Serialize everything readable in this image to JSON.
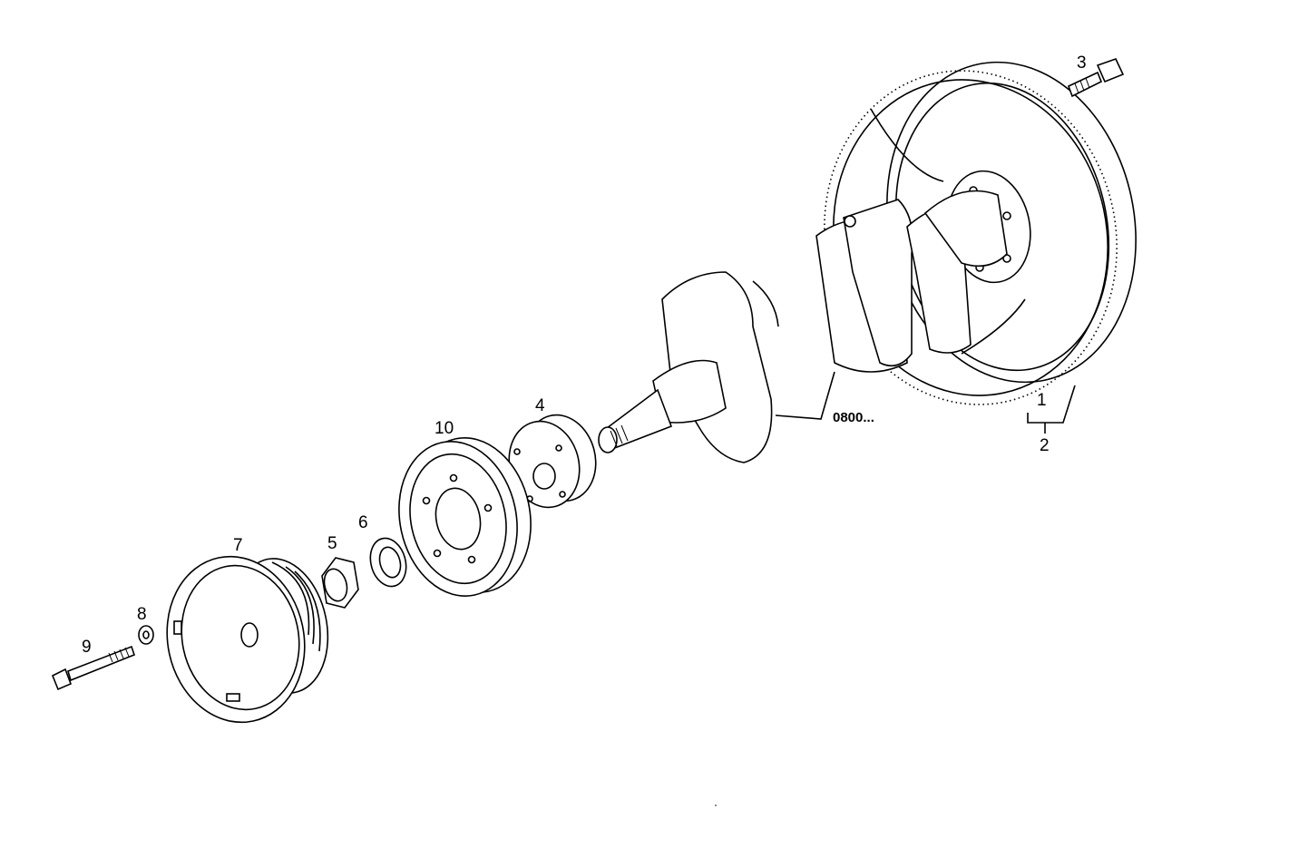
{
  "diagram": {
    "labels": {
      "p1": "1",
      "p2": "2",
      "p3": "3",
      "p4": "4",
      "p5": "5",
      "p6": "6",
      "p7": "7",
      "p8": "8",
      "p9": "9",
      "p10": "10",
      "ref": "0800..."
    },
    "colors": {
      "line": "#000000",
      "background": "#ffffff"
    }
  }
}
